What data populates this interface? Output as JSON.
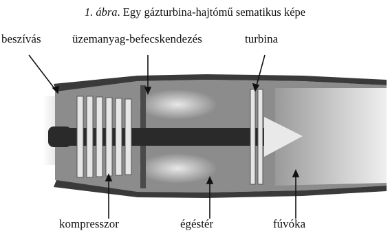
{
  "caption": {
    "number": "1.",
    "figure_word": "ábra",
    "text": ". Egy gázturbina-hajtómű sematikus képe"
  },
  "labels": {
    "intake": "beszívás",
    "fuel_injection": "üzemanyag-befecskendezés",
    "turbine": "turbina",
    "compressor": "kompresszor",
    "combustor": "égéstér",
    "nozzle": "fúvóka"
  },
  "colors": {
    "casing": "#3a3a3a",
    "interior": "#8a8a8a",
    "flame": "#c9c9c9",
    "blades": "#e6e6e6",
    "shaft": "#2a2a2a"
  }
}
